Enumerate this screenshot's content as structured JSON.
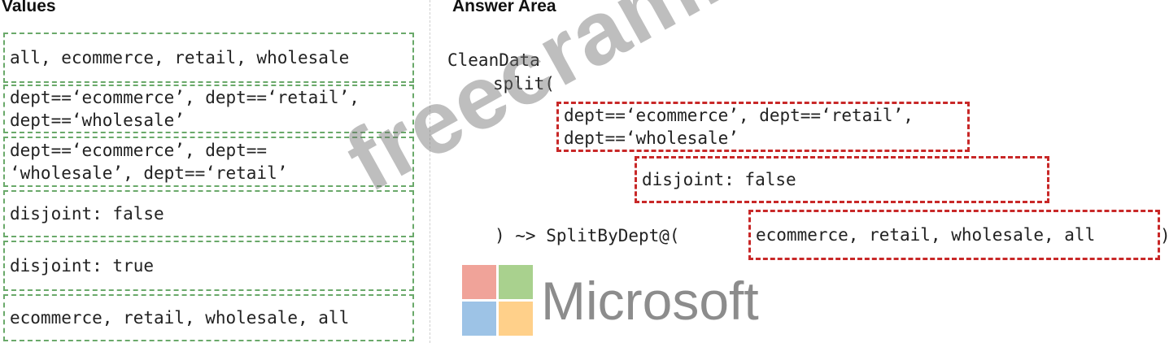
{
  "values_panel": {
    "title": "Values",
    "tiles": [
      "all, ecommerce, retail, wholesale",
      "dept==‘ecommerce’, dept==‘retail’,\ndept==‘wholesale’",
      "dept==‘ecommerce’, dept==\n‘wholesale’, dept==‘retail’",
      "disjoint: false",
      "disjoint: true",
      "ecommerce, retail, wholesale, all"
    ]
  },
  "answer_area": {
    "title": "Answer Area",
    "code": {
      "line1": "CleanData",
      "line2": "split(",
      "line3": ") ~> SplitByDept@(",
      "close_paren": ")"
    },
    "drop_targets": {
      "conditions": "dept==‘ecommerce’, dept==‘retail’,\ndept==‘wholesale’",
      "disjoint": "disjoint: false",
      "streams": "ecommerce, retail, wholesale, all"
    }
  },
  "watermark": "freecram.net",
  "logo": {
    "text": "Microsoft",
    "colors": [
      "#f0a399",
      "#a9d18e",
      "#9dc3e6",
      "#ffd08a"
    ]
  }
}
